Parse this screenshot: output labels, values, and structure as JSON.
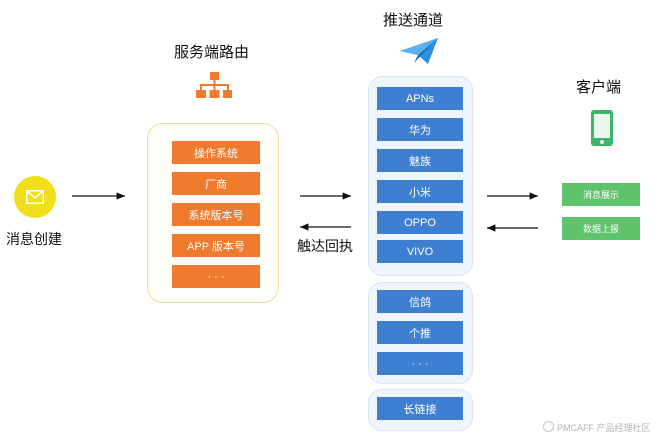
{
  "titles": {
    "server_routing": "服务端路由",
    "push_channel": "推送通道",
    "client": "客户端",
    "message_create": "消息创建",
    "feedback": "触达回执"
  },
  "routing_items": [
    "操作系统",
    "厂商",
    "系统版本号",
    "APP 版本号",
    "· · ·"
  ],
  "vendor_channels": [
    "APNs",
    "华为",
    "魅族",
    "小米",
    "OPPO",
    "VIVO"
  ],
  "third_party_channels": [
    "信鸽",
    "个推",
    "· · ·"
  ],
  "long_connection": "长链接",
  "client_actions": [
    "消息展示",
    "数据上报"
  ],
  "watermark": "PMCAFF 产品经理社区",
  "colors": {
    "routing_orange": "#ef7b2f",
    "channel_blue": "#3f7fd1",
    "client_green": "#5fc36b",
    "message_yellow": "#f2df1b"
  },
  "icons": [
    "envelope-icon",
    "hierarchy-icon",
    "paper-plane-icon",
    "smartphone-icon"
  ]
}
